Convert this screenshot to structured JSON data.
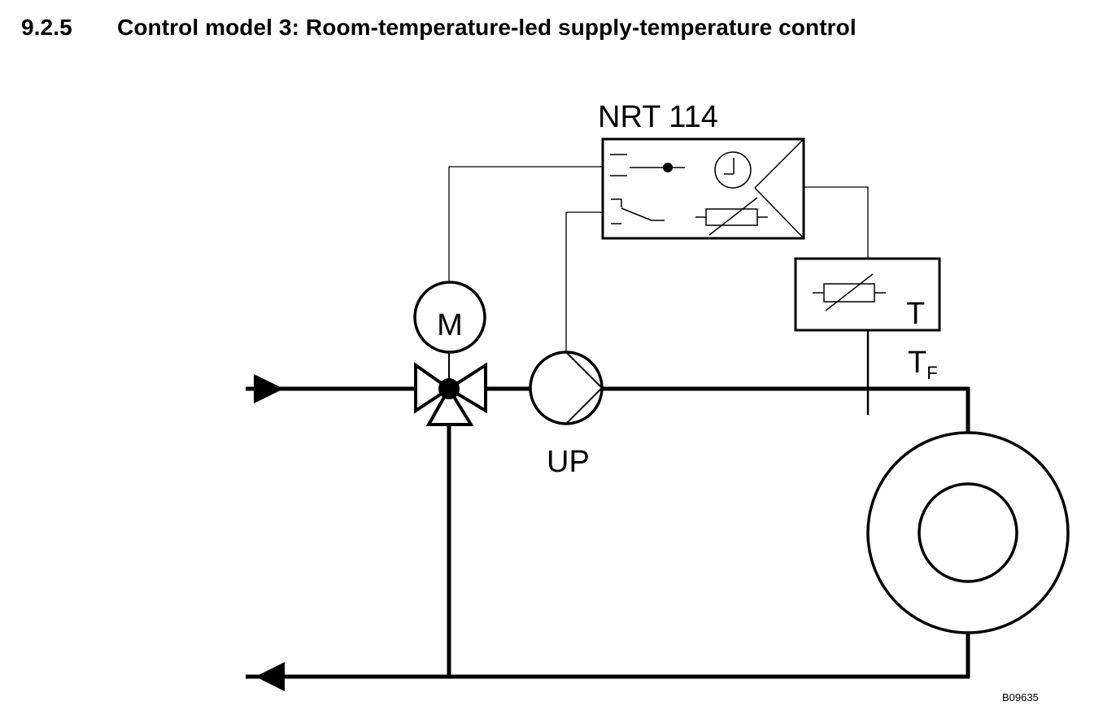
{
  "heading": {
    "number": "9.2.5",
    "title": "Control model 3: Room-temperature-led supply-temperature control"
  },
  "diagram": {
    "controller_label": "NRT 114",
    "motor_label": "M",
    "pump_label": "UP",
    "sensor_label": "T",
    "supply_temp_label": "T",
    "supply_temp_subscript": "F",
    "figure_id": "B09635",
    "line_color": "#000000"
  }
}
